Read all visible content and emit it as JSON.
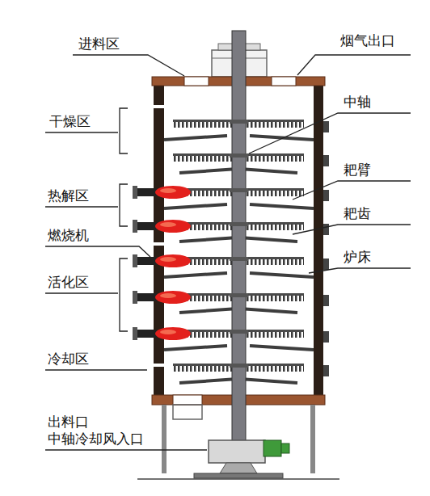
{
  "diagram": {
    "labels": [
      "进料区",
      "烟气出口",
      "中轴",
      "干燥区",
      "耙臂",
      "热解区",
      "耙齿",
      "燃烧机",
      "炉床",
      "活化区",
      "冷却区",
      "出料口",
      "中轴冷却风入口"
    ]
  }
}
